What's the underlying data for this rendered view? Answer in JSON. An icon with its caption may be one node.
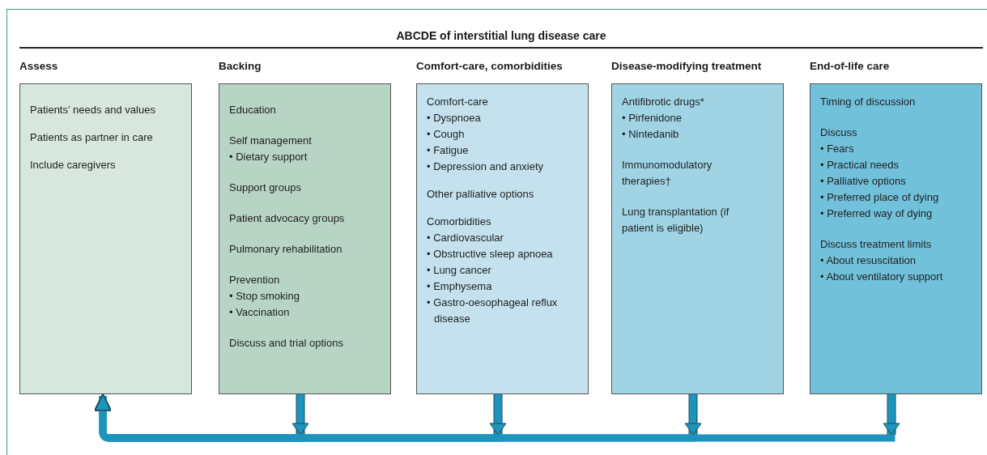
{
  "diagram": {
    "title": "ABCDE of interstitial lung disease care",
    "nodes": [
      {
        "text": [
          "Assess",
          "Patients’ needs and values",
          "Patients as partner in care",
          "Include caregivers"
        ]
      },
      {
        "text": [
          "Backing",
          "Education",
          "Self management",
          "• Dietary support",
          "Support groups",
          "Patient advocacy groups",
          "Pulmonary rehabilitation",
          "Prevention",
          "• Stop smoking",
          "• Vaccination",
          "Discuss and trial options"
        ]
      },
      {
        "text": [
          "Comfort-care, comorbidities",
          "Comfort-care",
          "• Dyspnoea",
          "• Cough",
          "• Fatigue",
          "• Depression and anxiety",
          "Other palliative options",
          "Comorbidities",
          "• Cardiovascular",
          "• Obstructive sleep apnoea",
          "• Lung cancer",
          "• Emphysema",
          "• Gastro-oesophageal reflux disease"
        ]
      },
      {
        "text": [
          "Disease-modifying treatment",
          "Antifibrotic drugs*",
          "• Pirfenidone",
          "• Nintedanib",
          "Immunomodulatory therapies†",
          "Lung transplantation (if patient is eligible)"
        ]
      },
      {
        "text": [
          "End-of-life care",
          "Timing of discussion",
          "Discuss",
          "• Fears",
          "• Practical needs",
          "• Palliative options",
          "• Preferred place of dying",
          "• Preferred way of dying",
          "Discuss treatment limits",
          "• About resuscitation",
          "• About ventilatory support"
        ]
      }
    ],
    "edges": [
      {
        "from": 1,
        "to": 0,
        "arrow": "to"
      },
      {
        "from": 2,
        "to": 0,
        "arrow": "to"
      },
      {
        "from": 3,
        "to": 0,
        "arrow": "to"
      },
      {
        "from": 4,
        "to": 0,
        "arrow": "to"
      }
    ]
  }
}
